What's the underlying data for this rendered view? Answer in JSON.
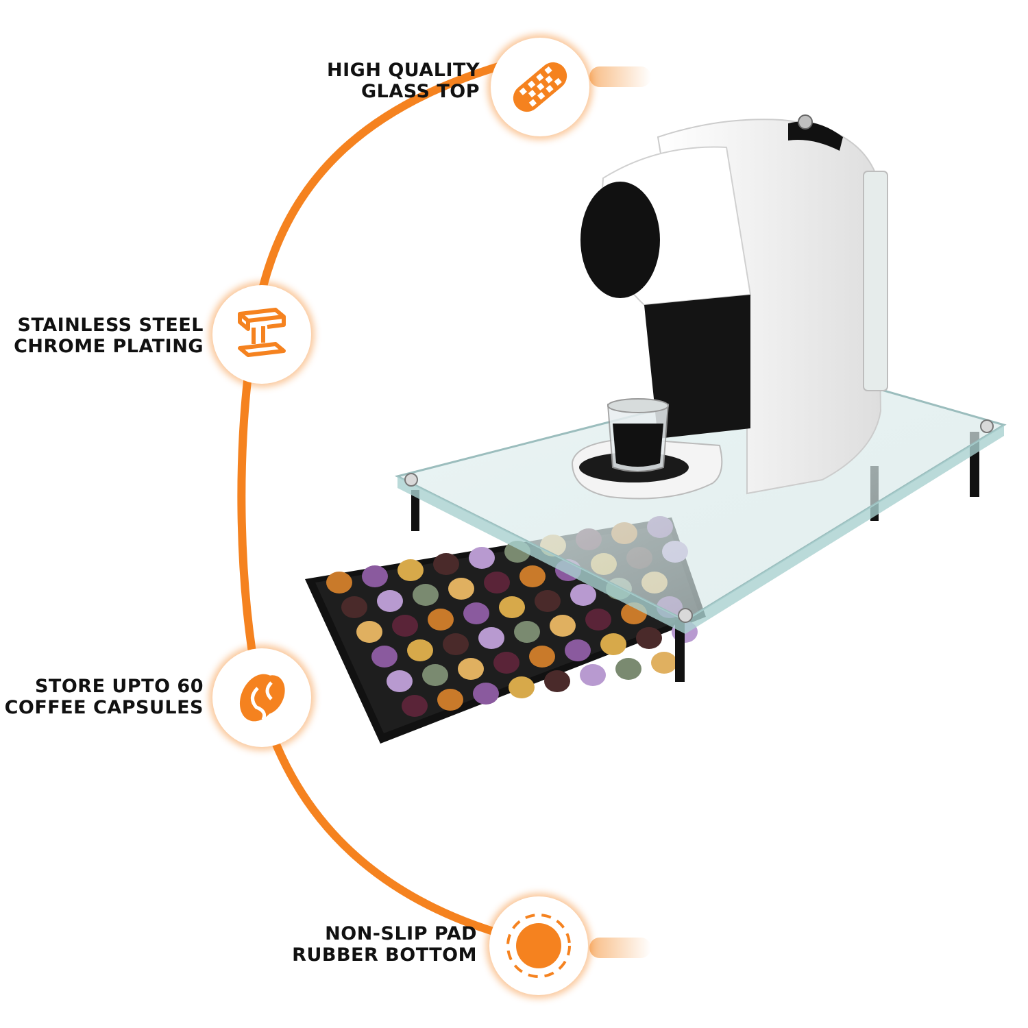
{
  "features": [
    {
      "line1": "HIGH QUALITY",
      "line2": "GLASS TOP",
      "icon": "glass-top-icon"
    },
    {
      "line1": "STAINLESS STEEL",
      "line2": "CHROME PLATING",
      "icon": "steel-beam-icon"
    },
    {
      "line1": "STORE UPTO 60",
      "line2": "COFFEE CAPSULES",
      "icon": "coffee-bean-icon"
    },
    {
      "line1": "NON-SLIP PAD",
      "line2": "RUBBER BOTTOM",
      "icon": "rubber-pad-icon"
    }
  ],
  "colors": {
    "accent": "#f5821f",
    "accent_light": "#f7b06e",
    "text": "#111111"
  }
}
